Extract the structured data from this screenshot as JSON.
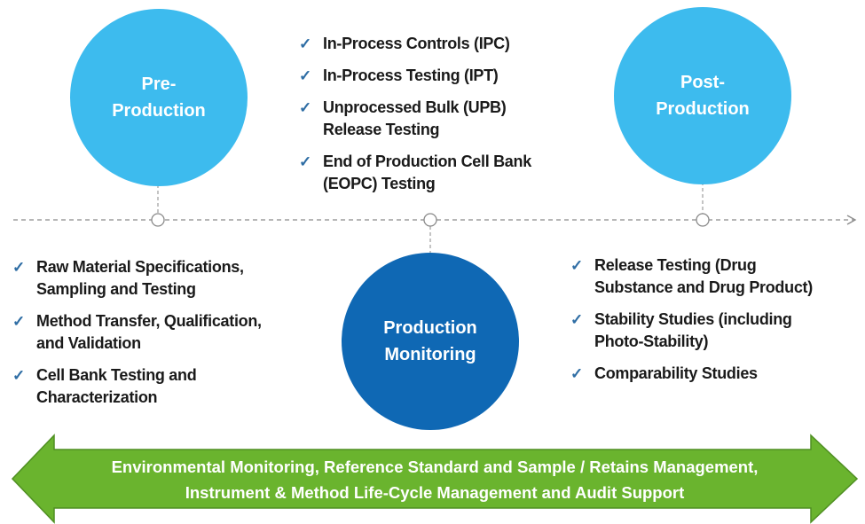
{
  "phases": {
    "pre": {
      "label": "Pre-\nProduction",
      "line1": "Pre-",
      "line2": "Production",
      "color": "#3DBBEE"
    },
    "monitoring": {
      "line1": "Production",
      "line2": "Monitoring",
      "color": "#0F68B4"
    },
    "post": {
      "line1": "Post-",
      "line2": "Production",
      "color": "#3DBBEE"
    }
  },
  "pre_items": [
    {
      "l1": "Raw Material Specifications,",
      "l2": "Sampling and Testing"
    },
    {
      "l1": "Method Transfer, Qualification,",
      "l2": "and Validation"
    },
    {
      "l1": "Cell Bank Testing and",
      "l2": "Characterization"
    }
  ],
  "monitoring_items": [
    {
      "l1": "In-Process Controls (IPC)",
      "l2": ""
    },
    {
      "l1": "In-Process Testing (IPT)",
      "l2": ""
    },
    {
      "l1": "Unprocessed Bulk (UPB)",
      "l2": "Release Testing"
    },
    {
      "l1": "End of Production Cell Bank",
      "l2": "(EOPC) Testing"
    }
  ],
  "post_items": [
    {
      "l1": "Release Testing (Drug",
      "l2": "Substance and Drug Product)"
    },
    {
      "l1": "Stability Studies (including",
      "l2": "Photo-Stability)"
    },
    {
      "l1": "Comparability Studies",
      "l2": ""
    }
  ],
  "check_icon": "✓",
  "banner": {
    "line1": "Environmental Monitoring, Reference Standard and Sample / Retains Management,",
    "line2": "Instrument & Method Life-Cycle Management and Audit Support",
    "color": "#6AB42E"
  }
}
